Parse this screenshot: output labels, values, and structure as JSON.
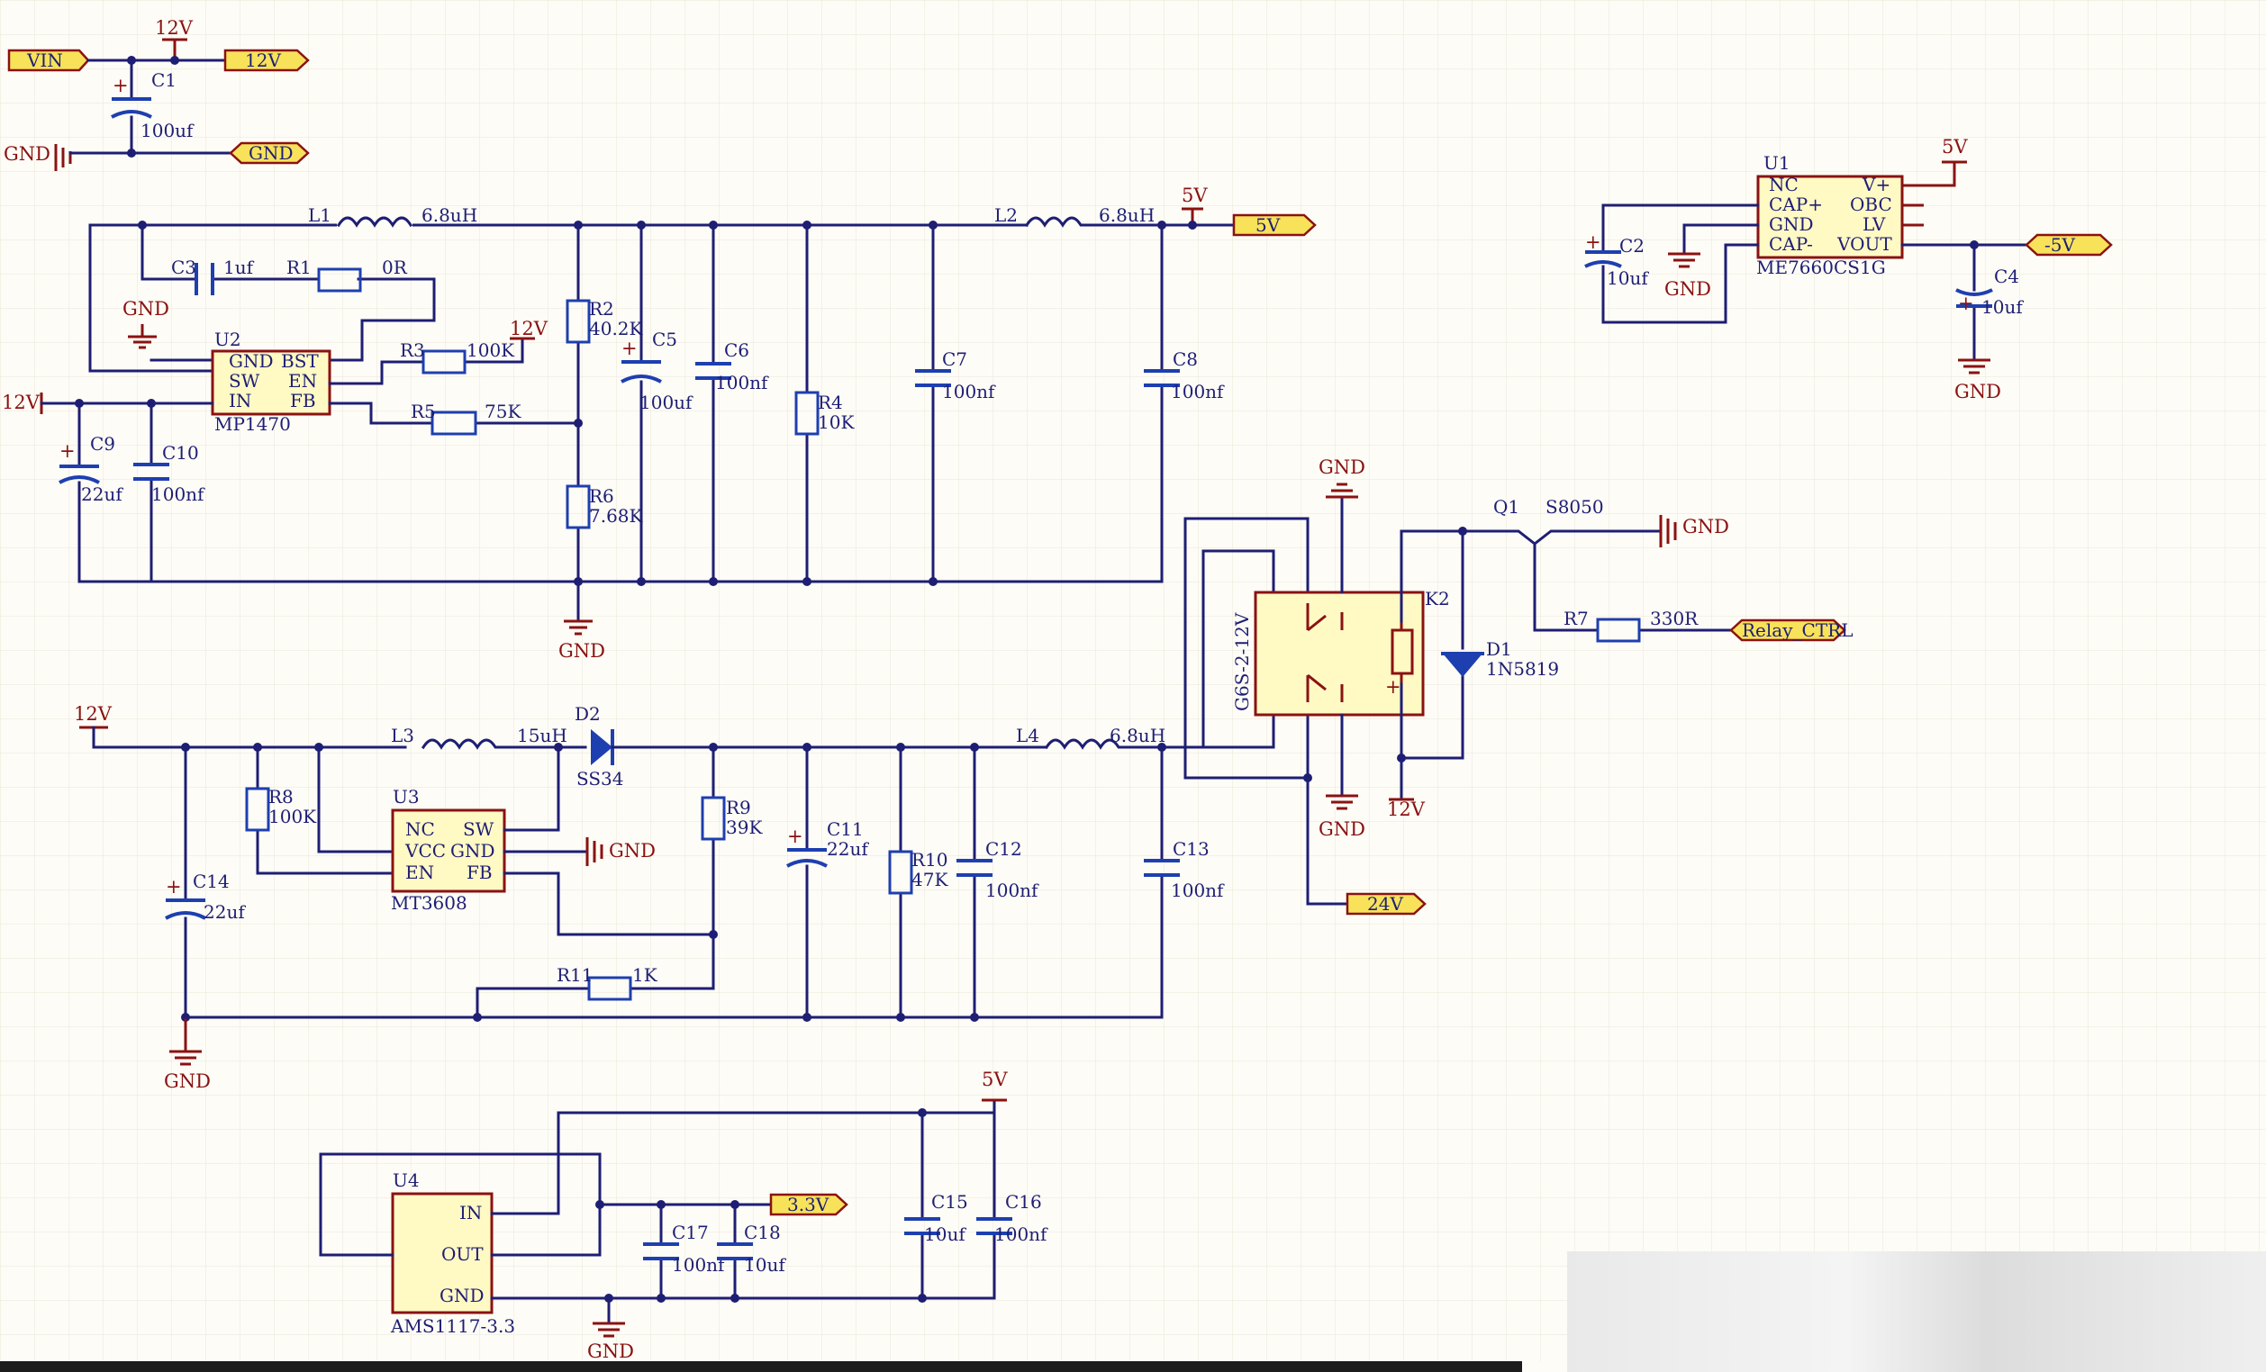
{
  "ports": {
    "vin": "VIN",
    "v12": "12V",
    "gnd": "GND",
    "v5": "5V",
    "vneg5": "-5V",
    "relay_ctrl": "Relay_CTRL",
    "v24": "24V",
    "v33": "3.3V"
  },
  "power_labels": {
    "v12": "12V",
    "v5": "5V",
    "gnd": "GND"
  },
  "components": {
    "C1": {
      "ref": "C1",
      "value": "100uf"
    },
    "C2": {
      "ref": "C2",
      "value": "10uf"
    },
    "C3": {
      "ref": "C3",
      "value": "1uf"
    },
    "C4": {
      "ref": "C4",
      "value": "10uf"
    },
    "C5": {
      "ref": "C5",
      "value": "100uf"
    },
    "C6": {
      "ref": "C6",
      "value": "100nf"
    },
    "C7": {
      "ref": "C7",
      "value": "100nf"
    },
    "C8": {
      "ref": "C8",
      "value": "100nf"
    },
    "C9": {
      "ref": "C9",
      "value": "22uf"
    },
    "C10": {
      "ref": "C10",
      "value": "100nf"
    },
    "C11": {
      "ref": "C11",
      "value": "22uf"
    },
    "C12": {
      "ref": "C12",
      "value": "100nf"
    },
    "C13": {
      "ref": "C13",
      "value": "100nf"
    },
    "C14": {
      "ref": "C14",
      "value": "22uf"
    },
    "C15": {
      "ref": "C15",
      "value": "10uf"
    },
    "C16": {
      "ref": "C16",
      "value": "100nf"
    },
    "C17": {
      "ref": "C17",
      "value": "100nf"
    },
    "C18": {
      "ref": "C18",
      "value": "10uf"
    },
    "R1": {
      "ref": "R1",
      "value": "0R"
    },
    "R2": {
      "ref": "R2",
      "value": "40.2K"
    },
    "R3": {
      "ref": "R3",
      "value": "100K"
    },
    "R4": {
      "ref": "R4",
      "value": "10K"
    },
    "R5": {
      "ref": "R5",
      "value": "75K"
    },
    "R6": {
      "ref": "R6",
      "value": "7.68K"
    },
    "R7": {
      "ref": "R7",
      "value": "330R"
    },
    "R8": {
      "ref": "R8",
      "value": "100K"
    },
    "R9": {
      "ref": "R9",
      "value": "39K"
    },
    "R10": {
      "ref": "R10",
      "value": "47K"
    },
    "R11": {
      "ref": "R11",
      "value": "1K"
    },
    "L1": {
      "ref": "L1",
      "value": "6.8uH"
    },
    "L2": {
      "ref": "L2",
      "value": "6.8uH"
    },
    "L3": {
      "ref": "L3",
      "value": "15uH"
    },
    "L4": {
      "ref": "L4",
      "value": "6.8uH"
    },
    "D1": {
      "ref": "D1",
      "value": "1N5819"
    },
    "D2": {
      "ref": "D2",
      "value": "SS34"
    },
    "Q1": {
      "ref": "Q1",
      "value": "S8050"
    },
    "K2": {
      "ref": "K2",
      "value": "G6S-2-12V"
    }
  },
  "ics": {
    "U1": {
      "ref": "U1",
      "part": "ME7660CS1G",
      "pins_left": [
        "NC",
        "CAP+",
        "GND",
        "CAP-"
      ],
      "pins_right": [
        "V+",
        "OBC",
        "LV",
        "VOUT"
      ]
    },
    "U2": {
      "ref": "U2",
      "part": "MP1470",
      "pins_left": [
        "GND",
        "SW",
        "IN"
      ],
      "pins_right": [
        "BST",
        "EN",
        "FB"
      ]
    },
    "U3": {
      "ref": "U3",
      "part": "MT3608",
      "pins_left": [
        "NC",
        "VCC",
        "EN"
      ],
      "pins_right": [
        "SW",
        "GND",
        "FB"
      ]
    },
    "U4": {
      "ref": "U4",
      "part": "AMS1117-3.3",
      "pins": [
        "IN",
        "OUT",
        "GND"
      ]
    }
  }
}
